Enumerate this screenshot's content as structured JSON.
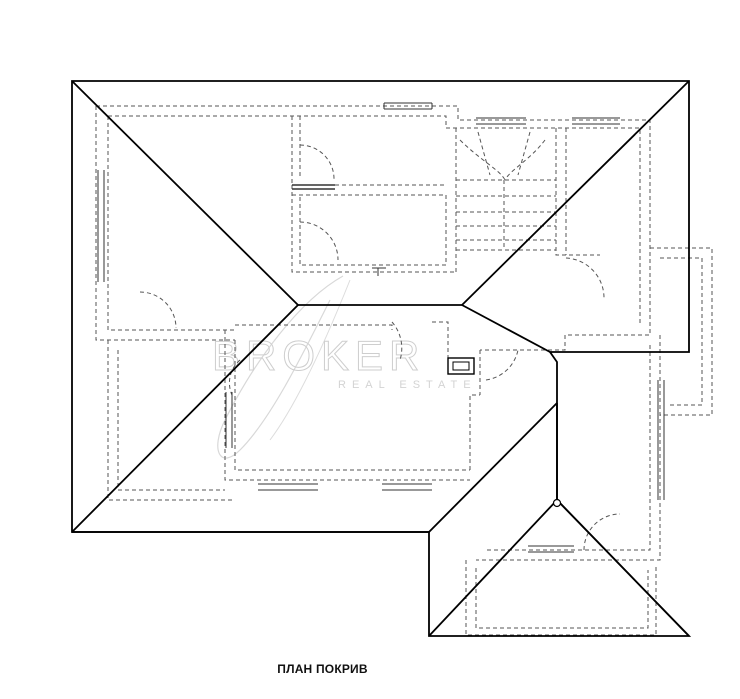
{
  "drawing": {
    "caption": "ПЛАН ПОКРИВ",
    "watermark": {
      "brand": "BROKER",
      "tagline": "REAL ESTATE"
    },
    "colors": {
      "roof_line": "#000000",
      "hidden_line": "#555555",
      "watermark": "#c9c9c9"
    }
  }
}
